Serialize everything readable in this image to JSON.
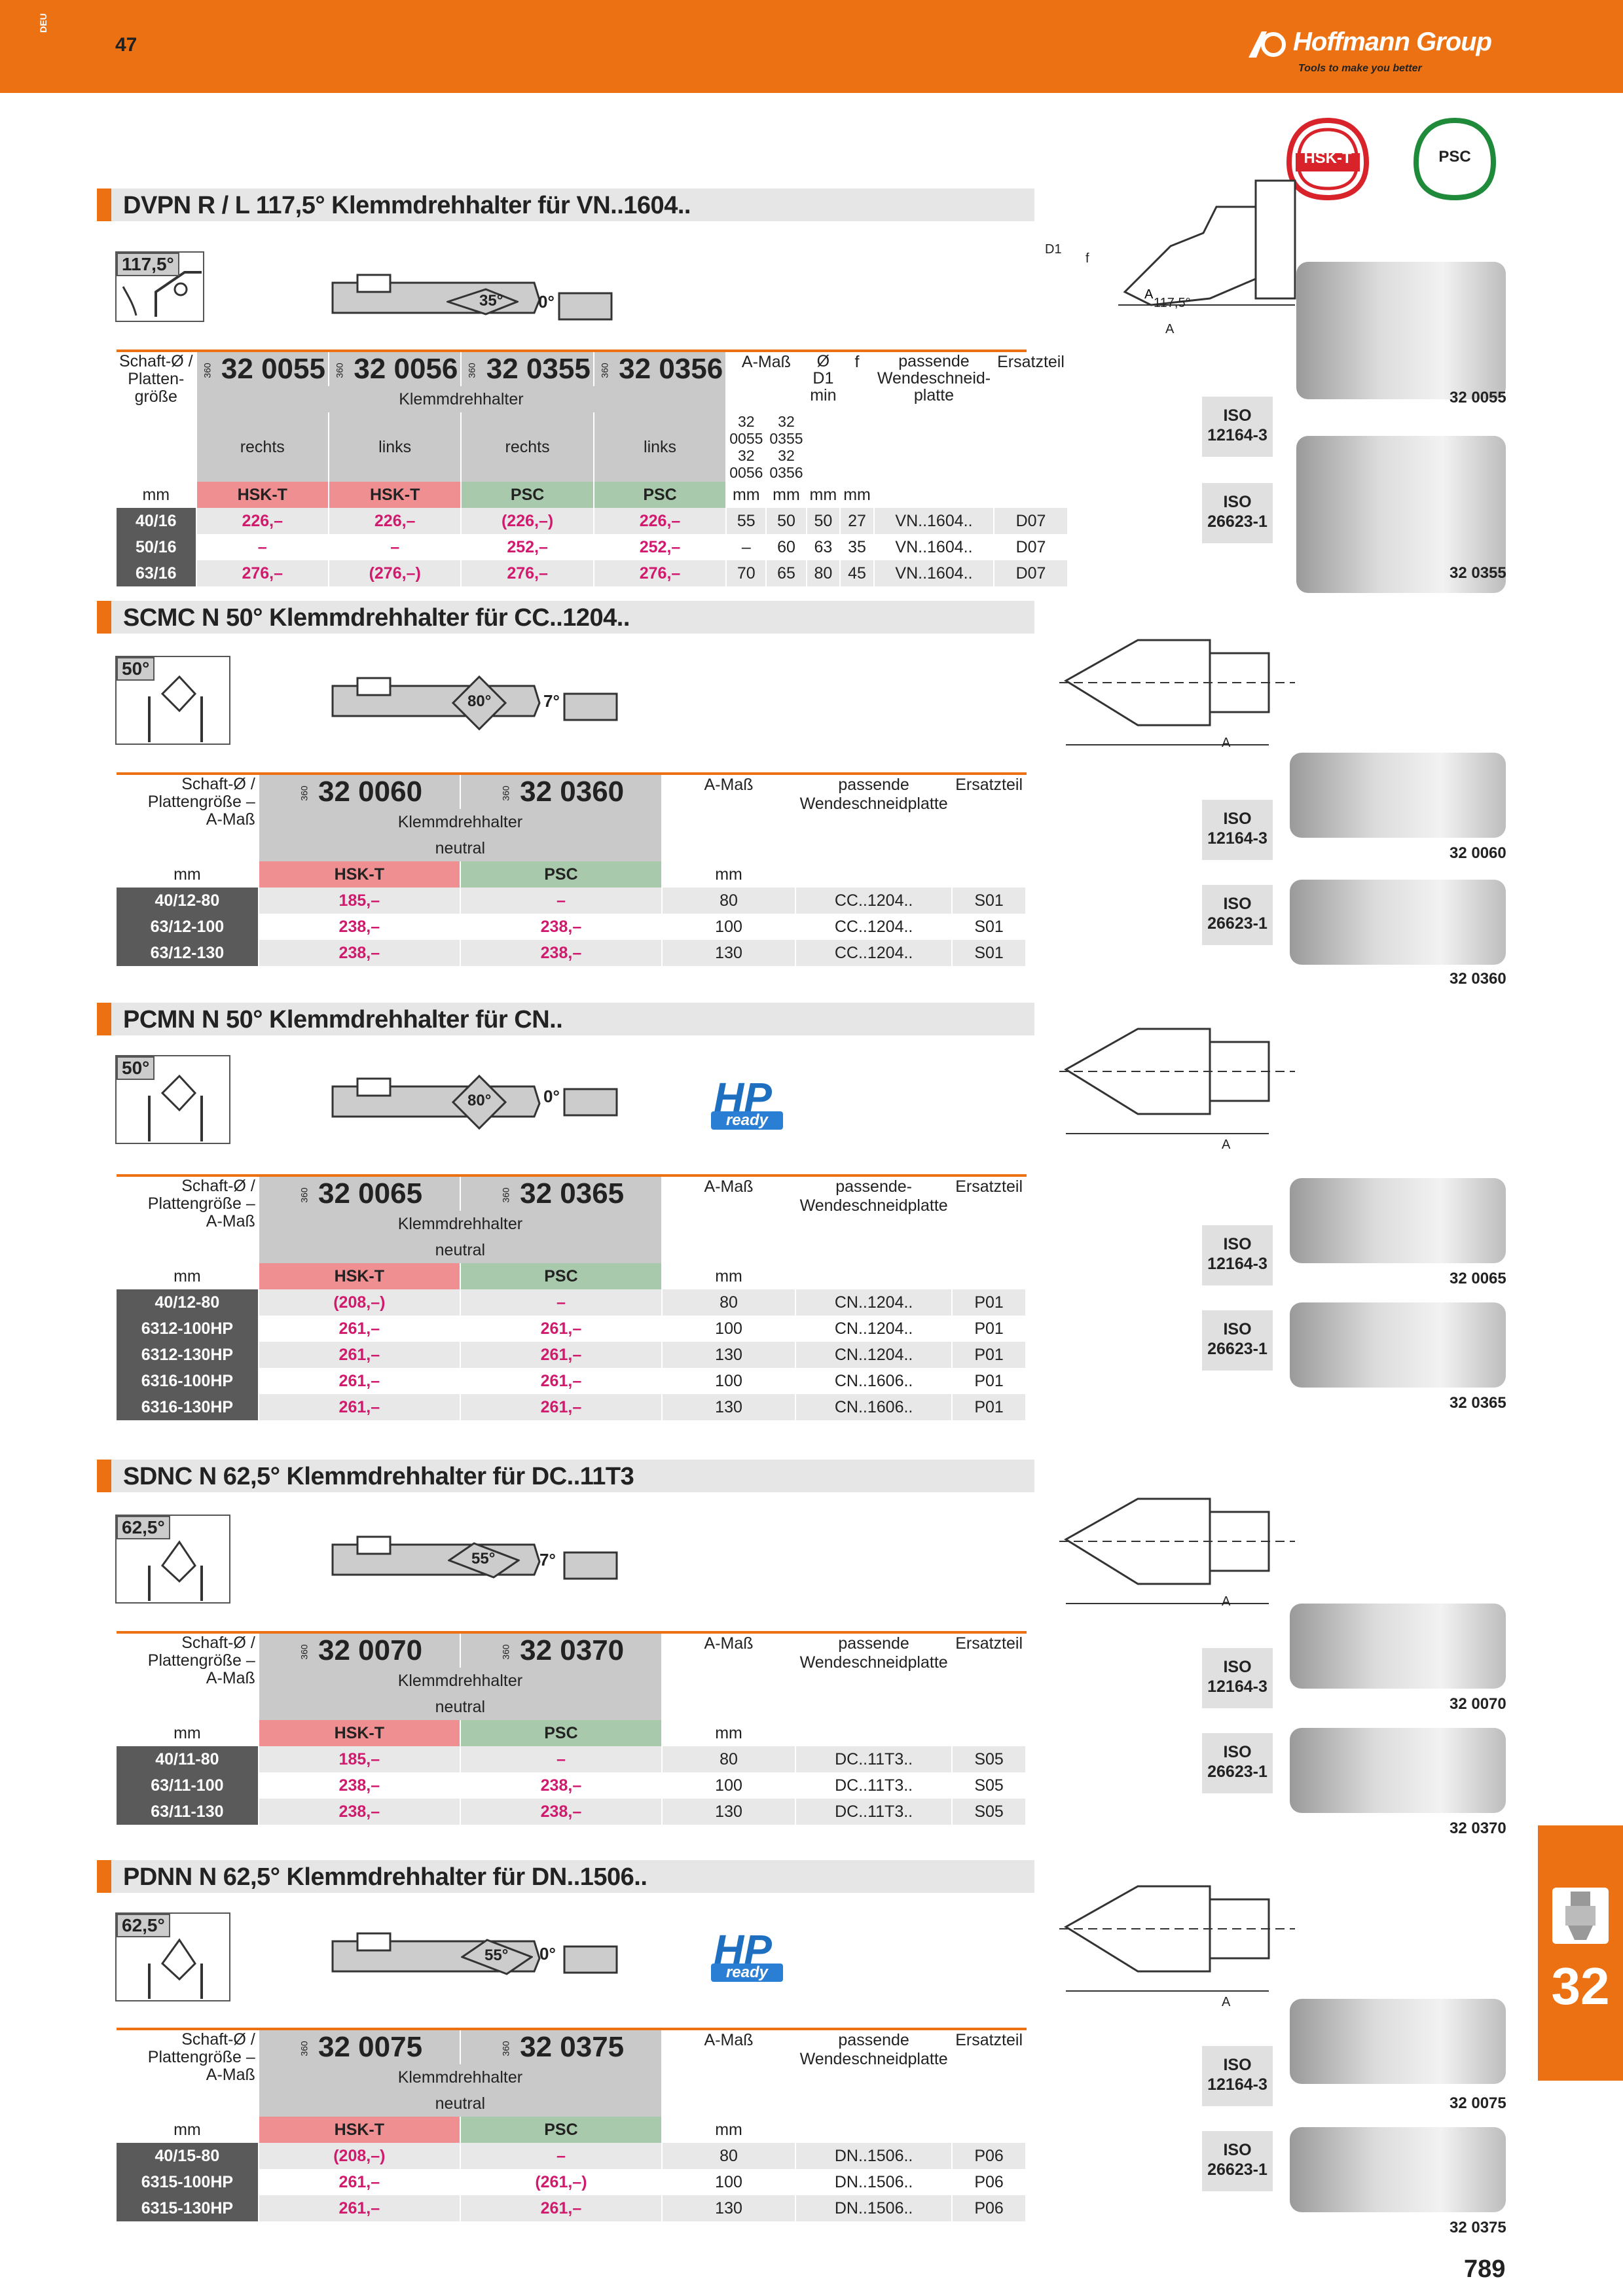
{
  "header": {
    "lang": "DEU",
    "page_top": "47",
    "brand": "Hoffmann Group",
    "tagline": "Tools to make you better"
  },
  "badges": [
    "HSK-T",
    "PSC"
  ],
  "colors": {
    "orange": "#ec7113",
    "hskt": "#ef8f92",
    "psc": "#a8c9ab",
    "pink": "#d11a6e"
  },
  "page_number": "789",
  "chapter": "32",
  "sections": [
    {
      "title": "DVPN R / L 117,5° Klemmdrehhalter für VN..1604..",
      "angle": "117,5°",
      "insert_angle": "35°",
      "clearance": "0°",
      "drawing_labels": {
        "d1": "D1",
        "f": "f",
        "angle": "117,5°",
        "a": "A"
      },
      "first_col": [
        "Schaft-Ø /",
        "Platten-",
        "größe"
      ],
      "unit_mm": "mm",
      "articles": [
        "32 0055",
        "32 0056",
        "32 0355",
        "32 0356"
      ],
      "art_prefix": "360",
      "holder": "Klemmdrehhalter",
      "sides": [
        "rechts",
        "links",
        "rechts",
        "links"
      ],
      "systems": [
        "HSK-T",
        "HSK-T",
        "PSC",
        "PSC"
      ],
      "col_amass": "A-Maß",
      "amass_sub": [
        "32 0055\n32 0056",
        "32 0355\n32 0356"
      ],
      "col_d1": "Ø D1\nmin",
      "col_f": "f",
      "col_insert": "passende Wendeschneid-platte",
      "col_spare": "Ersatzteil",
      "rows": [
        {
          "size": "40/16",
          "p": [
            "226,–",
            "226,–",
            "(226,–)",
            "226,–"
          ],
          "a1": "55",
          "a2": "50",
          "d1": "50",
          "f": "27",
          "insert": "VN..1604..",
          "spare": "D07"
        },
        {
          "size": "50/16",
          "p": [
            "–",
            "–",
            "252,–",
            "252,–"
          ],
          "a1": "–",
          "a2": "60",
          "d1": "63",
          "f": "35",
          "insert": "VN..1604..",
          "spare": "D07"
        },
        {
          "size": "63/16",
          "p": [
            "276,–",
            "(276,–)",
            "276,–",
            "276,–"
          ],
          "a1": "70",
          "a2": "65",
          "d1": "80",
          "f": "45",
          "insert": "VN..1604..",
          "spare": "D07"
        }
      ],
      "iso": [
        "ISO\n12164-3",
        "ISO\n26623-1"
      ],
      "photo_codes": [
        "32 0055",
        "32 0355"
      ]
    },
    {
      "title": "SCMC N 50° Klemmdrehhalter für CC..1204..",
      "angle": "50°",
      "insert_angle": "80°",
      "clearance": "7°",
      "drawing_labels": {
        "a": "A"
      },
      "first_col": [
        "Schaft-Ø /",
        "Plattengröße –",
        "A-Maß"
      ],
      "unit_mm": "mm",
      "articles": [
        "32 0060",
        "32 0360"
      ],
      "art_prefix": "360",
      "holder": "Klemmdrehhalter",
      "orient": "neutral",
      "systems": [
        "HSK-T",
        "PSC"
      ],
      "col_amass": "A-Maß",
      "col_insert": "passende Wendeschneidplatte",
      "col_spare": "Ersatzteil",
      "rows": [
        {
          "size": "40/12-80",
          "p": [
            "185,–",
            "–"
          ],
          "a": "80",
          "insert": "CC..1204..",
          "spare": "S01"
        },
        {
          "size": "63/12-100",
          "p": [
            "238,–",
            "238,–"
          ],
          "a": "100",
          "insert": "CC..1204..",
          "spare": "S01"
        },
        {
          "size": "63/12-130",
          "p": [
            "238,–",
            "238,–"
          ],
          "a": "130",
          "insert": "CC..1204..",
          "spare": "S01"
        }
      ],
      "iso": [
        "ISO\n12164-3",
        "ISO\n26623-1"
      ],
      "photo_codes": [
        "32 0060",
        "32 0360"
      ]
    },
    {
      "title": "PCMN N 50° Klemmdrehhalter für CN..",
      "angle": "50°",
      "insert_angle": "80°",
      "clearance": "0°",
      "hp": {
        "big": "HP",
        "small": "ready"
      },
      "drawing_labels": {
        "a": "A"
      },
      "first_col": [
        "Schaft-Ø /",
        "Plattengröße –",
        "A-Maß"
      ],
      "unit_mm": "mm",
      "articles": [
        "32 0065",
        "32 0365"
      ],
      "art_prefix": "360",
      "holder": "Klemmdrehhalter",
      "orient": "neutral",
      "systems": [
        "HSK-T",
        "PSC"
      ],
      "col_amass": "A-Maß",
      "col_insert": "passende-\nWendeschneidplatte",
      "col_spare": "Ersatzteil",
      "rows": [
        {
          "size": "40/12-80",
          "p": [
            "(208,–)",
            "–"
          ],
          "a": "80",
          "insert": "CN..1204..",
          "spare": "P01"
        },
        {
          "size": "6312-100HP",
          "p": [
            "261,–",
            "261,–"
          ],
          "a": "100",
          "insert": "CN..1204..",
          "spare": "P01"
        },
        {
          "size": "6312-130HP",
          "p": [
            "261,–",
            "261,–"
          ],
          "a": "130",
          "insert": "CN..1204..",
          "spare": "P01"
        },
        {
          "size": "6316-100HP",
          "p": [
            "261,–",
            "261,–"
          ],
          "a": "100",
          "insert": "CN..1606..",
          "spare": "P01"
        },
        {
          "size": "6316-130HP",
          "p": [
            "261,–",
            "261,–"
          ],
          "a": "130",
          "insert": "CN..1606..",
          "spare": "P01"
        }
      ],
      "iso": [
        "ISO\n12164-3",
        "ISO\n26623-1"
      ],
      "photo_codes": [
        "32 0065",
        "32 0365"
      ]
    },
    {
      "title": "SDNC N 62,5° Klemmdrehhalter für DC..11T3",
      "angle": "62,5°",
      "insert_angle": "55°",
      "clearance": "7°",
      "drawing_labels": {
        "a": "A"
      },
      "first_col": [
        "Schaft-Ø /",
        "Plattengröße –",
        "A-Maß"
      ],
      "unit_mm": "mm",
      "articles": [
        "32 0070",
        "32 0370"
      ],
      "art_prefix": "360",
      "holder": "Klemmdrehhalter",
      "orient": "neutral",
      "systems": [
        "HSK-T",
        "PSC"
      ],
      "col_amass": "A-Maß",
      "col_insert": "passende Wendeschneidplatte",
      "col_spare": "Ersatzteil",
      "rows": [
        {
          "size": "40/11-80",
          "p": [
            "185,–",
            "–"
          ],
          "a": "80",
          "insert": "DC..11T3..",
          "spare": "S05"
        },
        {
          "size": "63/11-100",
          "p": [
            "238,–",
            "238,–"
          ],
          "a": "100",
          "insert": "DC..11T3..",
          "spare": "S05"
        },
        {
          "size": "63/11-130",
          "p": [
            "238,–",
            "238,–"
          ],
          "a": "130",
          "insert": "DC..11T3..",
          "spare": "S05"
        }
      ],
      "iso": [
        "ISO\n12164-3",
        "ISO\n26623-1"
      ],
      "photo_codes": [
        "32 0070",
        "32 0370"
      ]
    },
    {
      "title": "PDNN N 62,5° Klemmdrehhalter für DN..1506..",
      "angle": "62,5°",
      "insert_angle": "55°",
      "clearance": "0°",
      "hp": {
        "big": "HP",
        "small": "ready"
      },
      "drawing_labels": {
        "a": "A"
      },
      "first_col": [
        "Schaft-Ø /",
        "Plattengröße –",
        "A-Maß"
      ],
      "unit_mm": "mm",
      "articles": [
        "32 0075",
        "32 0375"
      ],
      "art_prefix": "360",
      "holder": "Klemmdrehhalter",
      "orient": "neutral",
      "systems": [
        "HSK-T",
        "PSC"
      ],
      "col_amass": "A-Maß",
      "col_insert": "passende Wendeschneidplatte",
      "col_spare": "Ersatzteil",
      "rows": [
        {
          "size": "40/15-80",
          "p": [
            "(208,–)",
            "–"
          ],
          "a": "80",
          "insert": "DN..1506..",
          "spare": "P06"
        },
        {
          "size": "6315-100HP",
          "p": [
            "261,–",
            "(261,–)"
          ],
          "a": "100",
          "insert": "DN..1506..",
          "spare": "P06"
        },
        {
          "size": "6315-130HP",
          "p": [
            "261,–",
            "261,–"
          ],
          "a": "130",
          "insert": "DN..1506..",
          "spare": "P06"
        }
      ],
      "iso": [
        "ISO\n12164-3",
        "ISO\n26623-1"
      ],
      "photo_codes": [
        "32 0075",
        "32 0375"
      ]
    }
  ]
}
